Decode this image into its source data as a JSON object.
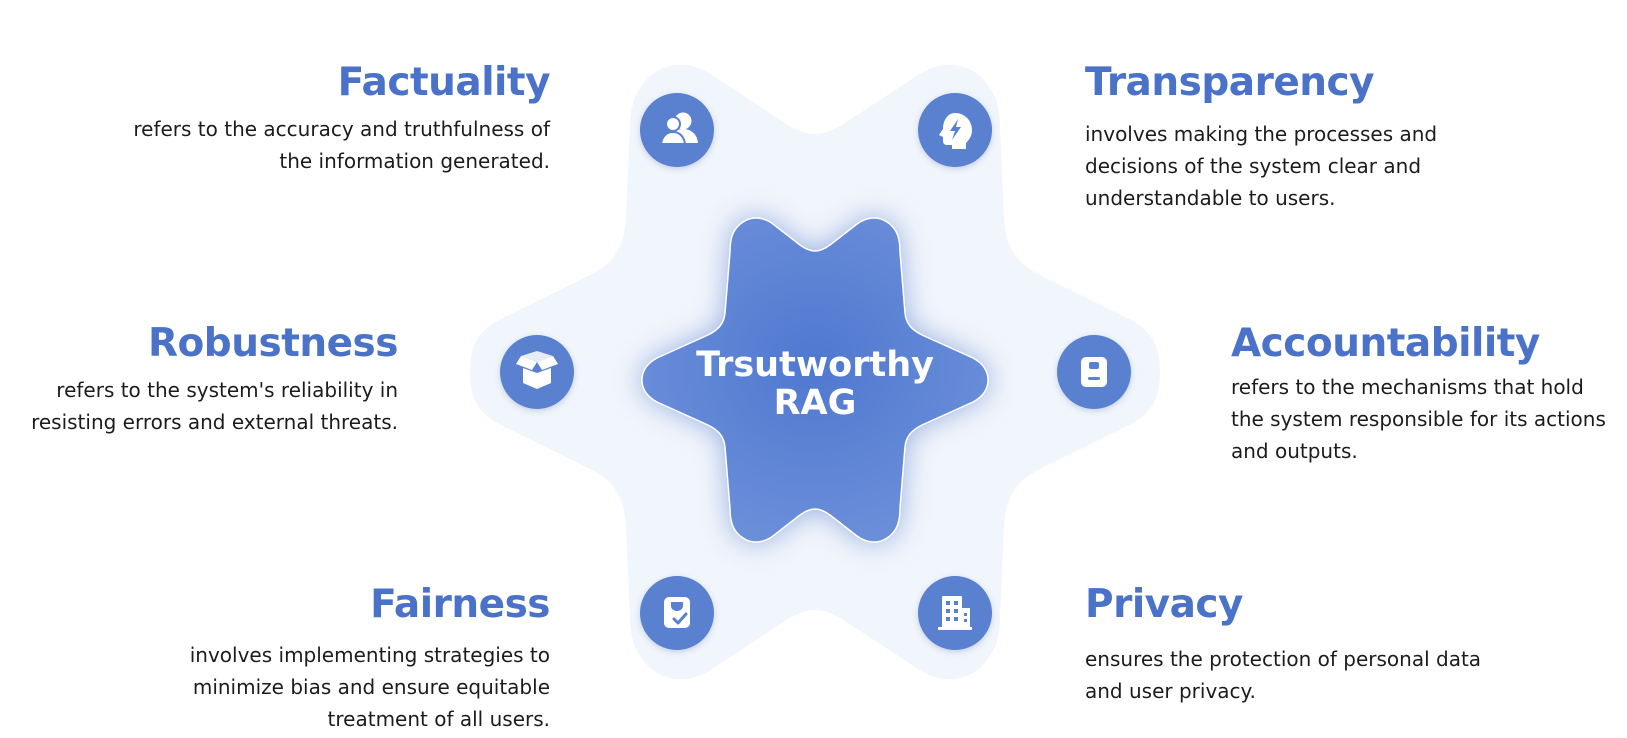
{
  "center": {
    "line1": "Trsutworthy",
    "line2": "RAG"
  },
  "colors": {
    "accent": "#4a72c8",
    "icon_circle": "#5a80d0",
    "star_outer": "#eef3fb",
    "text": "#1c1c1c"
  },
  "pillars": [
    {
      "id": "factuality",
      "title": "Factuality",
      "description": "refers to the accuracy and truthfulness of the information generated.",
      "icon": "people-icon"
    },
    {
      "id": "transparency",
      "title": "Transparency",
      "description": "involves making the processes and decisions of the system clear and understandable to users.",
      "icon": "head-lightning-icon"
    },
    {
      "id": "robustness",
      "title": "Robustness",
      "description": "refers to the system's reliability in resisting errors and external threats.",
      "icon": "open-box-icon"
    },
    {
      "id": "accountability",
      "title": "Accountability",
      "description": "refers to the mechanisms that hold the system responsible for its actions and outputs.",
      "icon": "id-badge-icon"
    },
    {
      "id": "fairness",
      "title": "Fairness",
      "description": "involves implementing strategies to minimize bias and ensure equitable treatment of all users.",
      "icon": "checked-badge-icon"
    },
    {
      "id": "privacy",
      "title": "Privacy",
      "description": "ensures the protection of personal data and user privacy.",
      "icon": "building-icon"
    }
  ]
}
